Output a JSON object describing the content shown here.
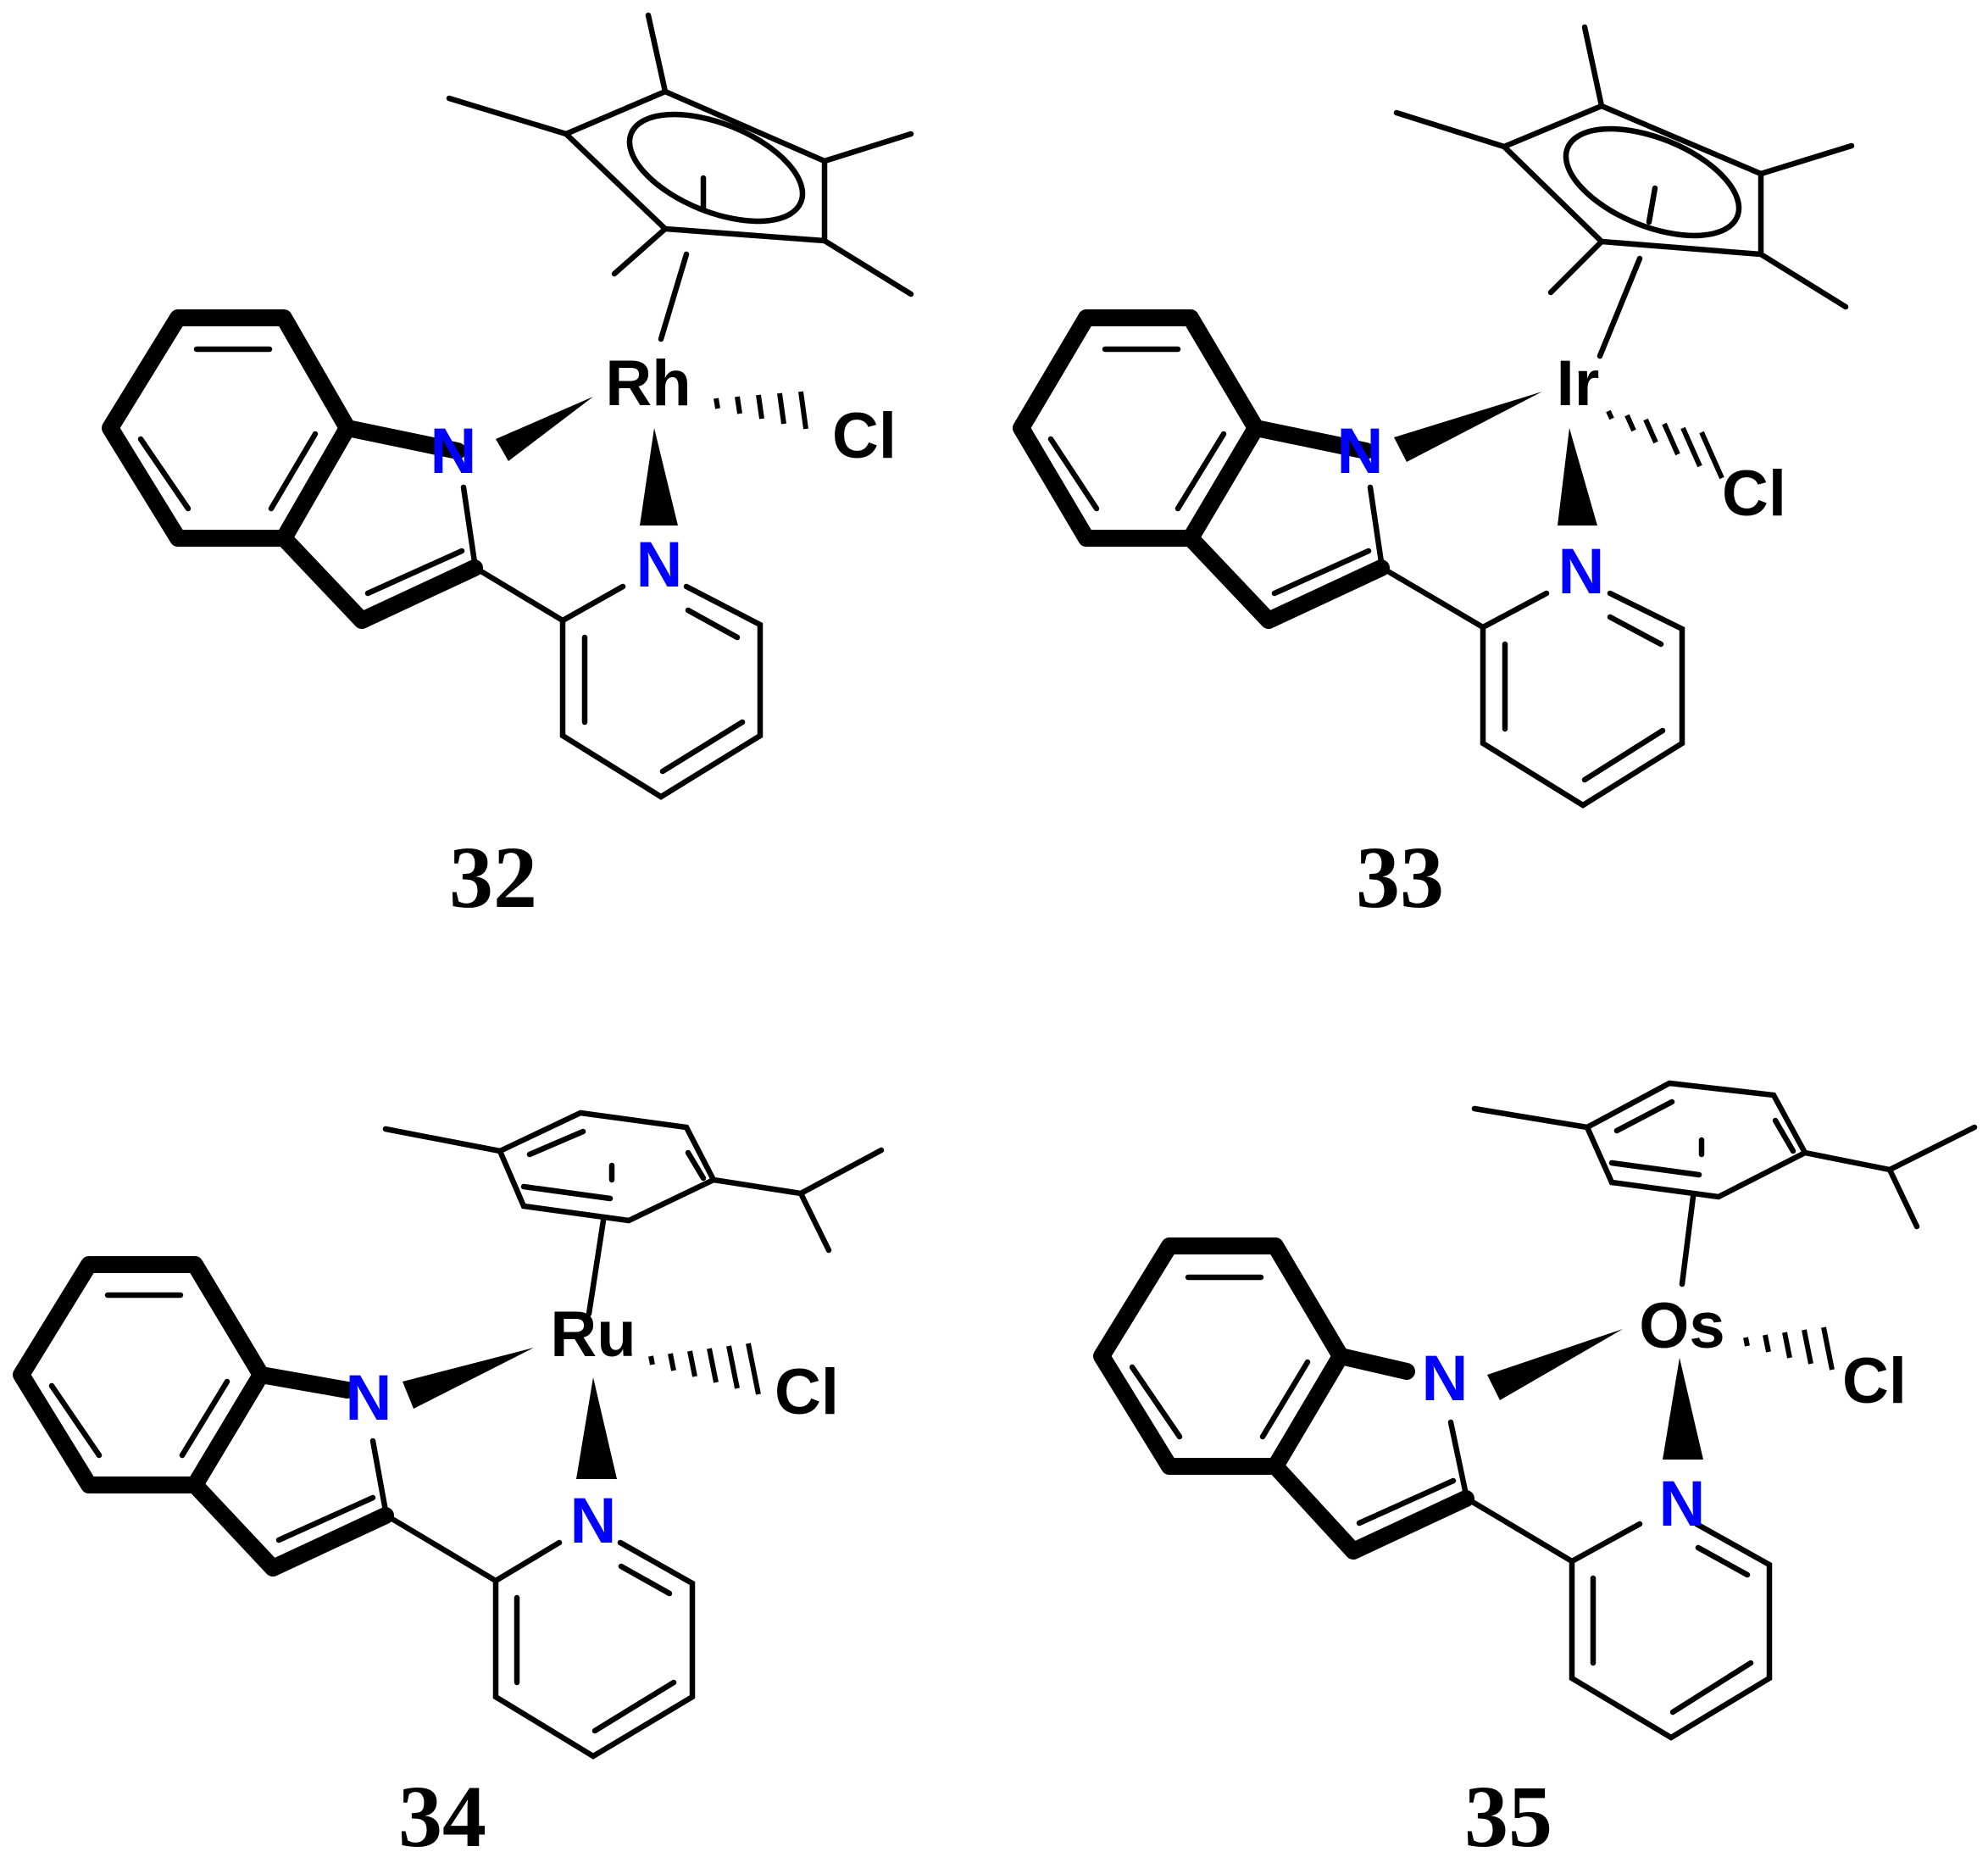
{
  "compounds": [
    {
      "label": "32",
      "metal": "Rh",
      "halide": "Cl",
      "n_indole": "N",
      "n_pyridine": "N",
      "arene": "Cp*"
    },
    {
      "label": "33",
      "metal": "Ir",
      "halide": "Cl",
      "n_indole": "N",
      "n_pyridine": "N",
      "arene": "Cp*"
    },
    {
      "label": "34",
      "metal": "Ru",
      "halide": "Cl",
      "n_indole": "N",
      "n_pyridine": "N",
      "arene": "p-cymene"
    },
    {
      "label": "35",
      "metal": "Os",
      "halide": "Cl",
      "n_indole": "N",
      "n_pyridine": "N",
      "arene": "p-cymene"
    }
  ],
  "colors": {
    "bond": "#000000",
    "nitrogen": "#0000ff",
    "text": "#000000"
  }
}
